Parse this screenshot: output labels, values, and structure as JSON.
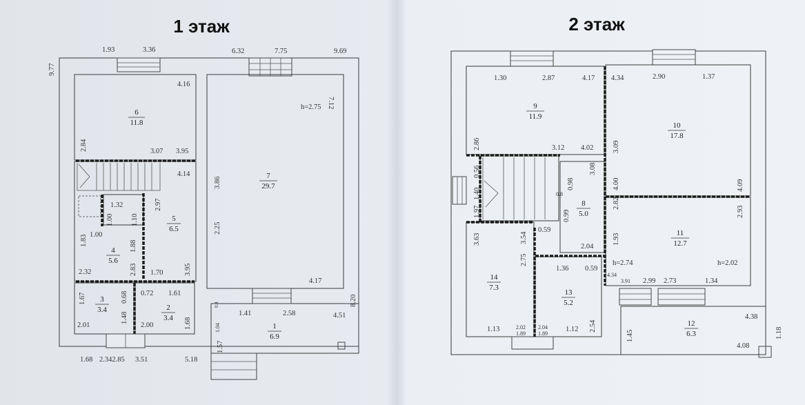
{
  "floor1": {
    "title": "1 этаж",
    "dims": {
      "left_top": "9.77",
      "top_a": "1.93",
      "top_b": "3.36",
      "top_c": "6.32",
      "top_d": "7.75",
      "top_e": "9.69",
      "r6_a": "4.16",
      "r6_b": "2.84",
      "r6_c": "3.07",
      "r6_d": "3.95",
      "r7_a": "7.12",
      "r7_h": "h=2.75",
      "r7_b": "4.14",
      "r7_c": "3.86",
      "r7_d": "2.25",
      "r7_e": "4.17",
      "c_a": "1.32",
      "c_b": "1.00",
      "c_c": "1.10",
      "c_d": "2.97",
      "r4_a": "1.83",
      "r4_b": "1.00",
      "r4_c": "1.88",
      "r4_d": "2.83",
      "r4_e": "2.32",
      "r5_a": "1.70",
      "r5_b": "3.95",
      "r3_a": "1.67",
      "r3_b": "0.68",
      "r3_c": "1.48",
      "r3_d": "2.01",
      "r2_a": "0.72",
      "r2_b": "1.61",
      "r2_c": "2.00",
      "r2_d": "1.68",
      "r1_a": "1.41",
      "r1_b": "2.58",
      "r1_c": "4.51",
      "r1_d": "8.20",
      "r1_e": "1.04",
      "r1_f": "1.57",
      "r1_g": "0.4",
      "bot_a": "1.68",
      "bot_b": "2.342.85",
      "bot_c": "3.51",
      "bot_d": "5.18"
    },
    "rooms": [
      {
        "num": "6",
        "area": "11.8"
      },
      {
        "num": "7",
        "area": "29.7"
      },
      {
        "num": "5",
        "area": "6.5"
      },
      {
        "num": "4",
        "area": "5.6"
      },
      {
        "num": "3",
        "area": "3.4"
      },
      {
        "num": "2",
        "area": "3.4"
      },
      {
        "num": "1",
        "area": "6.9"
      }
    ]
  },
  "floor2": {
    "title": "2 этаж",
    "dims": {
      "r9_a": "1.30",
      "r9_b": "2.87",
      "r9_c": "4.17",
      "r9_d": "2.86",
      "r9_e": "3.12",
      "r9_f": "4.02",
      "r10_a": "4.34",
      "r10_b": "2.90",
      "r10_c": "1.37",
      "r10_d": "3.09",
      "r10_e": "4.09",
      "st_a": "0.56",
      "st_b": "1.97",
      "st_c": "1.40",
      "r8_a": "0.98",
      "r8_b": "3.08",
      "r8_c": "4.00",
      "r8_d": "0.99",
      "r8_e": "0.8",
      "r8_f": "0.59",
      "r8_g": "2.04",
      "r11_a": "2.82",
      "r11_b": "2.93",
      "r11_c": "1.93",
      "r11_h1": "h=2.74",
      "r11_h2": "h=2.02",
      "r11_d": "4.34",
      "r11_e": "3.91",
      "r11_f": "2.99",
      "r11_g": "2.73",
      "r11_h": "1.34",
      "r14_a": "3.63",
      "r14_b": "3.54",
      "r14_c": "2.75",
      "r14_d": "1.13",
      "r14_e": "2.02",
      "r14_f": "1.89",
      "r13_a": "1.36",
      "r13_b": "0.59",
      "r13_c": "2.04",
      "r13_d": "1.89",
      "r13_e": "1.12",
      "r13_f": "2.54",
      "r12_a": "1.45",
      "r12_b": "4.38",
      "r12_c": "1.18",
      "r12_d": "4.08"
    },
    "rooms": [
      {
        "num": "9",
        "area": "11.9"
      },
      {
        "num": "10",
        "area": "17.8"
      },
      {
        "num": "8",
        "area": "5.0"
      },
      {
        "num": "11",
        "area": "12.7"
      },
      {
        "num": "14",
        "area": "7.3"
      },
      {
        "num": "13",
        "area": "5.2"
      },
      {
        "num": "12",
        "area": "6.3"
      }
    ]
  }
}
